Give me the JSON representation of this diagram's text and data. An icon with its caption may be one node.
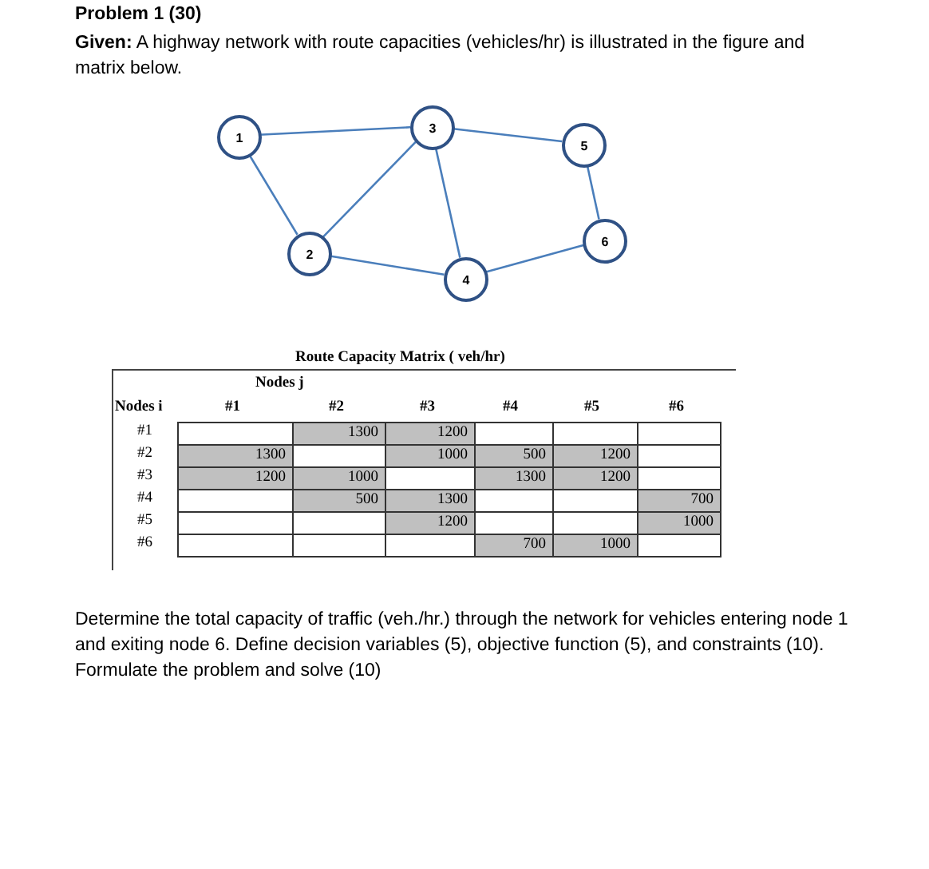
{
  "diagram": {
    "title": "Problem 1 (30)",
    "nodes": [
      {
        "text": [
          "1"
        ]
      },
      {
        "text": [
          "2"
        ]
      },
      {
        "text": [
          "3"
        ]
      },
      {
        "text": [
          "4"
        ]
      },
      {
        "text": [
          "5"
        ]
      },
      {
        "text": [
          "6"
        ]
      }
    ],
    "edges": [
      {
        "from": 0,
        "to": 2,
        "arrow": "none"
      },
      {
        "from": 0,
        "to": 1,
        "arrow": "none"
      },
      {
        "from": 2,
        "to": 1,
        "arrow": "none"
      },
      {
        "from": 2,
        "to": 4,
        "arrow": "none"
      },
      {
        "from": 2,
        "to": 3,
        "arrow": "none"
      },
      {
        "from": 1,
        "to": 3,
        "arrow": "none"
      },
      {
        "from": 4,
        "to": 5,
        "arrow": "none"
      },
      {
        "from": 3,
        "to": 5,
        "arrow": "none"
      }
    ],
    "labels": [
      "**Given:** A highway network with route capacities (vehicles/hr) is illustrated in the figure and matrix below.",
      "Route Capacity Matrix ( veh/hr)",
      "Nodes j",
      "Nodes i",
      "#1",
      "#2",
      "#3",
      "#4",
      "#5",
      "#6",
      "#1",
      "1300",
      "1200",
      "#2",
      "1300",
      "1000",
      "500",
      "1200",
      "#3",
      "1200",
      "1000",
      "1300",
      "1200",
      "#4",
      "500",
      "1300",
      "700",
      "#5",
      "1200",
      "1000",
      "#6",
      "700",
      "1000"
    ],
    "caption": "Determine the total capacity of traffic (veh./hr.) through the network for vehicles entering node 1 and exiting node 6. Define decision variables (5), objective function (5), and constraints (10). Formulate the problem and solve (10)"
  }
}
